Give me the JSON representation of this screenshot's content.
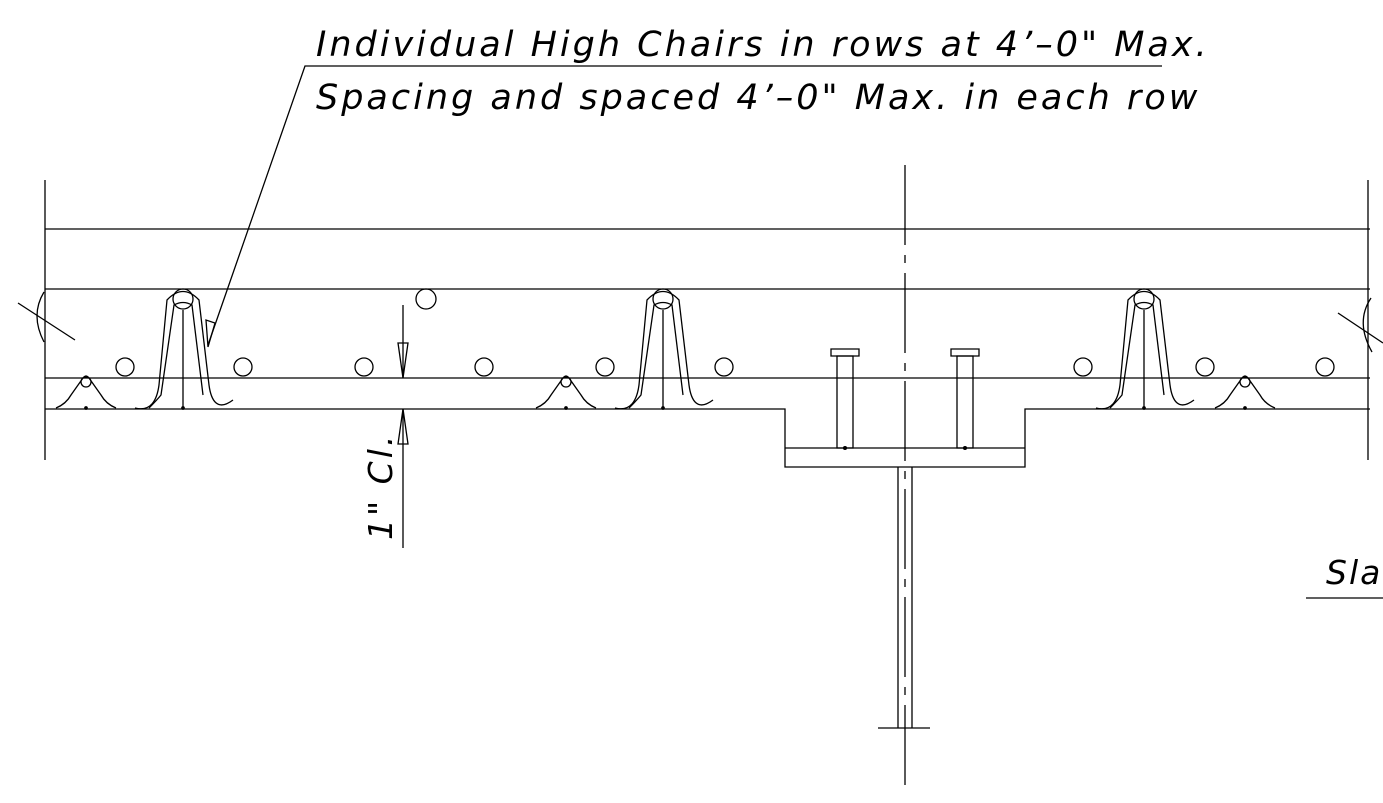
{
  "annotation": {
    "line1": "Individual High Chairs in rows at 4’–0\" Max.",
    "line2": "Spacing and spaced 4’–0\" Max. in each row"
  },
  "dimension": {
    "cover_label": "1\" Cl."
  },
  "section_title": {
    "visible_text": "Sla"
  },
  "colors": {
    "ink": "#000000",
    "background": "#ffffff"
  }
}
